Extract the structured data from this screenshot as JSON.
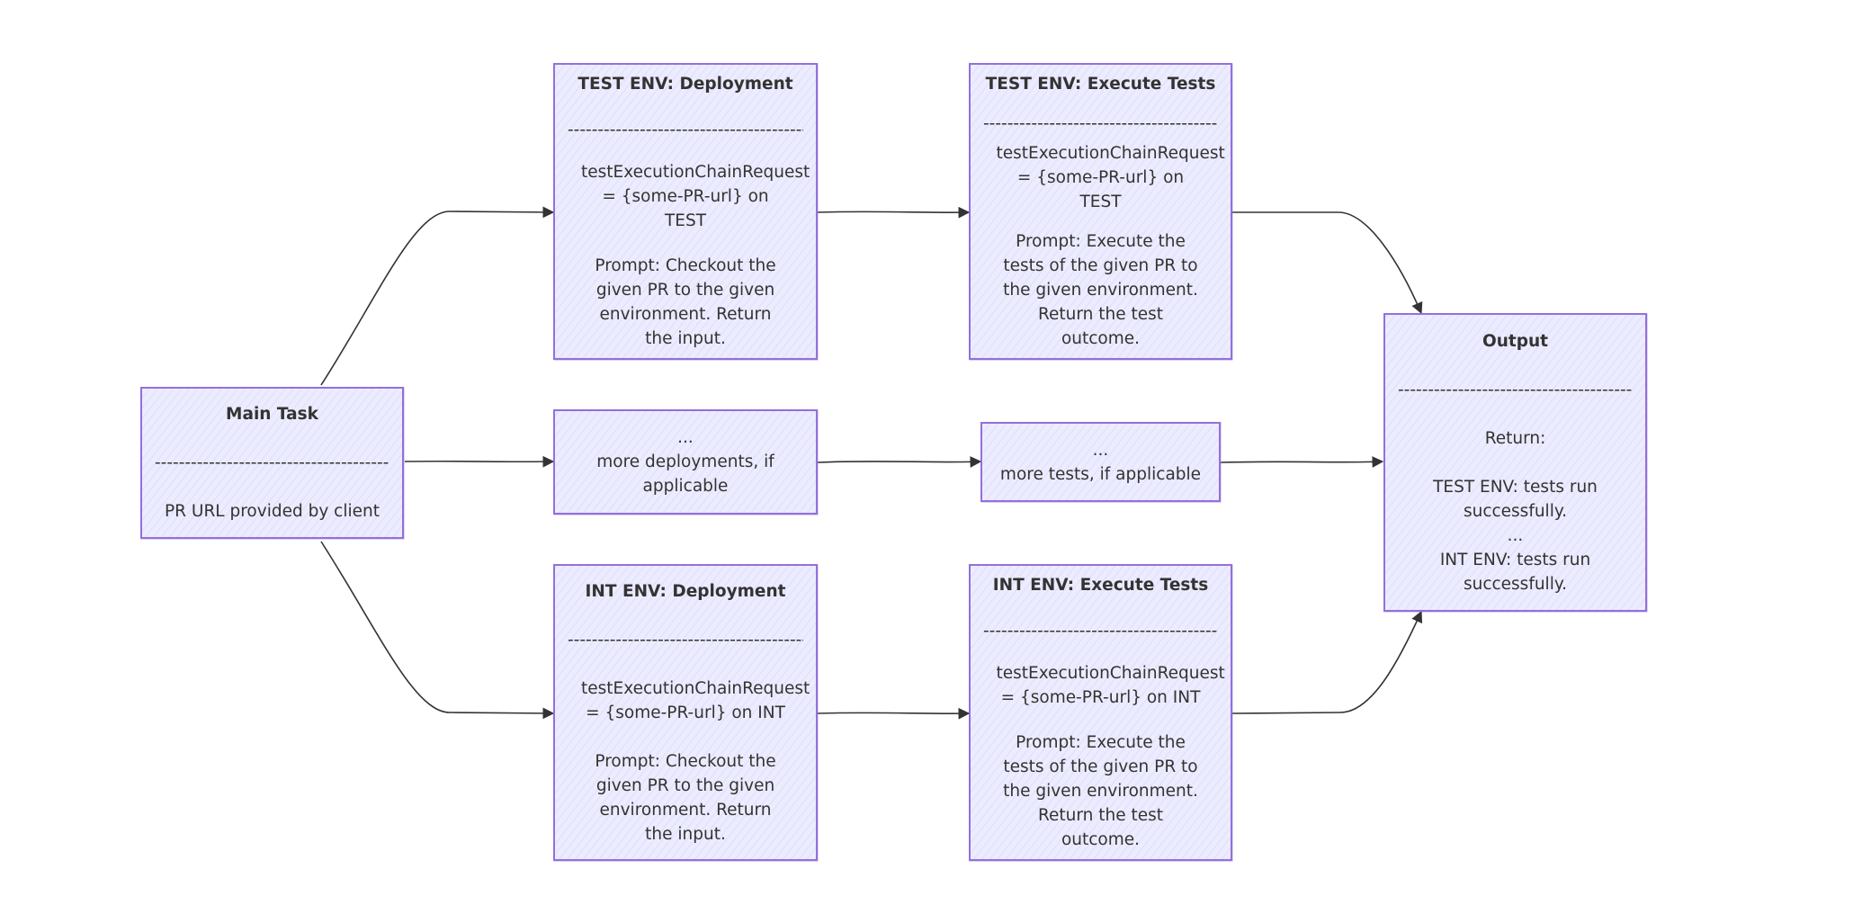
{
  "diagram": {
    "main_task": {
      "title": "Main Task",
      "separator": "-------------------------------------------",
      "body": "PR URL provided by client"
    },
    "test_deploy": {
      "title": "TEST ENV: Deployment",
      "separator": "-------------------------------------------",
      "request": "testExecutionChainRequest = {some-PR-url} on TEST",
      "prompt": "Prompt: Checkout the given PR to the given environment. Return the input."
    },
    "test_execute": {
      "title": "TEST ENV: Execute Tests",
      "separator": "-------------------------------------------",
      "request": "testExecutionChainRequest = {some-PR-url} on TEST",
      "prompt": "Prompt: Execute the tests of the given PR to the given environment. Return the test outcome."
    },
    "more_deployments": {
      "ellipsis": "...",
      "body": "more deployments, if applicable"
    },
    "more_tests": {
      "ellipsis": "...",
      "body": "more tests, if applicable"
    },
    "int_deploy": {
      "title": "INT ENV: Deployment",
      "separator": "-------------------------------------------",
      "request": "testExecutionChainRequest = {some-PR-url} on INT",
      "prompt": "Prompt: Checkout the given PR to the given environment. Return the input."
    },
    "int_execute": {
      "title": "INT ENV: Execute Tests",
      "separator": "-------------------------------------------",
      "request": "testExecutionChainRequest = {some-PR-url} on INT",
      "prompt": "Prompt: Execute the tests of the given PR to the given environment. Return the test outcome."
    },
    "output": {
      "title": "Output",
      "separator": "-------------------------------------------",
      "return_label": "Return:",
      "test_result": "TEST ENV: tests run successfully.",
      "ellipsis": "...",
      "int_result": "INT ENV: tests run successfully."
    }
  },
  "colors": {
    "node_fill": "#ECECFF",
    "node_border": "#9370DB",
    "edge": "#333333",
    "text": "#333333"
  }
}
